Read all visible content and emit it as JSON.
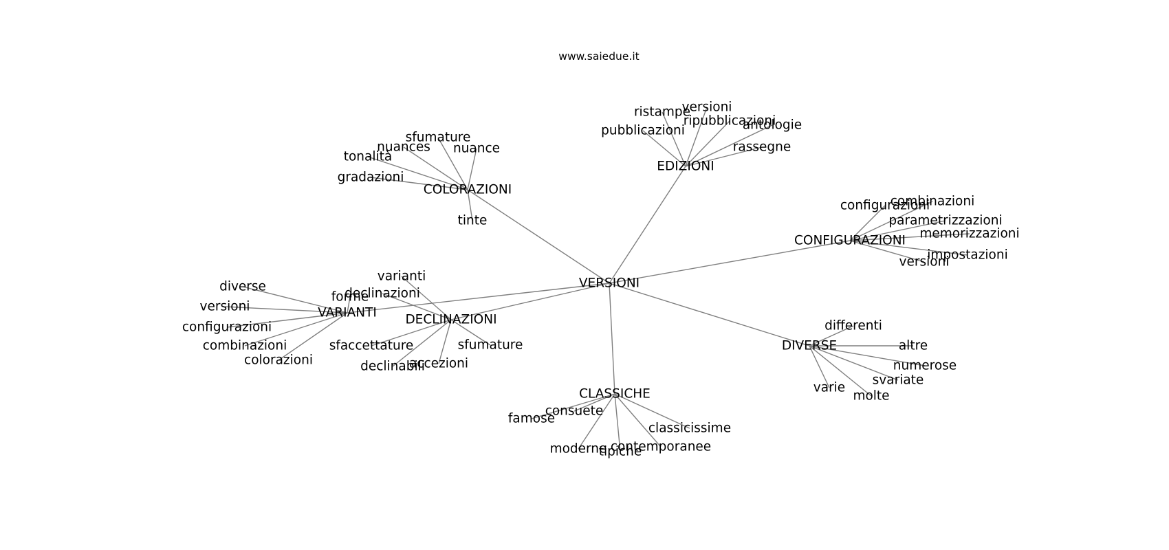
{
  "site_label": "www.saiedue.it",
  "colors": {
    "edge": "#7f7f7f",
    "text": "#000000",
    "background": "#ffffff"
  },
  "graph": {
    "root": "VERSIONI",
    "hubs": [
      {
        "label": "EDIZIONI",
        "leaves": [
          "ristampe",
          "versioni",
          "ripubblicazioni",
          "antologie",
          "pubblicazioni",
          "rassegne"
        ]
      },
      {
        "label": "COLORAZIONI",
        "leaves": [
          "sfumature",
          "nuances",
          "nuance",
          "tonalità",
          "gradazioni",
          "tinte"
        ]
      },
      {
        "label": "CONFIGURAZIONI",
        "leaves": [
          "combinazioni",
          "configurazioni",
          "parametrizzazioni",
          "memorizzazioni",
          "impostazioni",
          "versioni"
        ]
      },
      {
        "label": "VARIANTI",
        "leaves": [
          "diverse",
          "forme",
          "versioni",
          "configurazioni",
          "combinazioni",
          "colorazioni"
        ]
      },
      {
        "label": "DECLINAZIONI",
        "leaves": [
          "varianti",
          "declinazioni",
          "sfaccettature",
          "sfumature",
          "accezioni",
          "declinabili"
        ]
      },
      {
        "label": "DIVERSE",
        "leaves": [
          "differenti",
          "altre",
          "numerose",
          "svariate",
          "varie",
          "molte"
        ]
      },
      {
        "label": "CLASSICHE",
        "leaves": [
          "consuete",
          "famose",
          "classicissime",
          "contemporanee",
          "moderne",
          "tipiche"
        ]
      }
    ]
  }
}
